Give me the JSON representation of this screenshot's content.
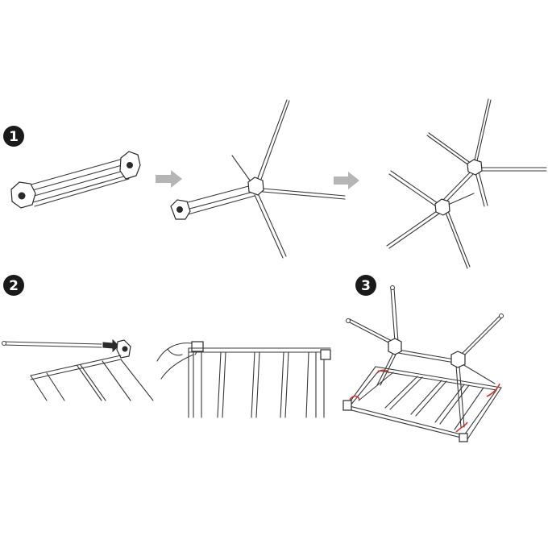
{
  "steps": [
    {
      "number": "1"
    },
    {
      "number": "2"
    },
    {
      "number": "3"
    }
  ],
  "colors": {
    "line": "#3a3a3a",
    "arrow": "#b5b5b5",
    "badge": "#1a1a1a",
    "highlight": "#d8332a"
  },
  "icons": [
    "right-arrow-icon",
    "right-arrow-icon"
  ]
}
